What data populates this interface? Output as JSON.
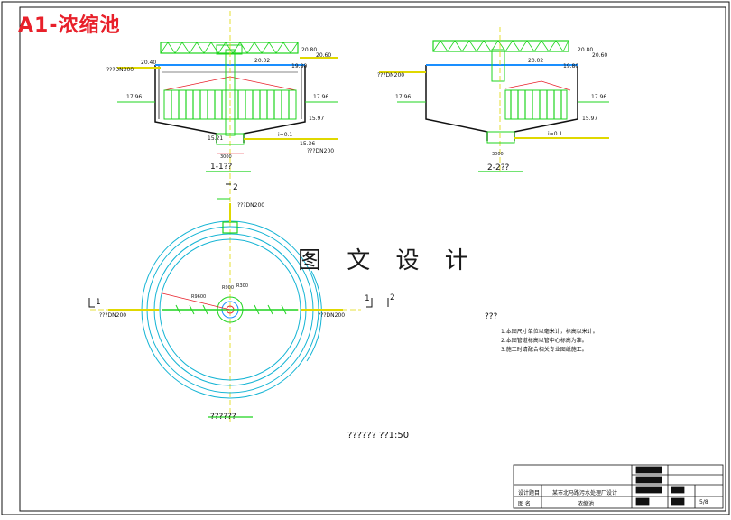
{
  "badge": {
    "title": "A1-浓缩池"
  },
  "watermark": {
    "text": "图 文 设 计"
  },
  "views": {
    "section1": {
      "label": "1-1??",
      "elev_top": "20.80",
      "elev_top2": "20.60",
      "elev_left": "20.40",
      "elev_water": "20.02",
      "elev_water2": "19.80",
      "elev_ground_l": "17.96",
      "elev_ground_r": "17.96",
      "elev_bottom": "15.97",
      "elev_sump": "15.21",
      "elev_slope": "i=0.1",
      "elev_low": "15.36",
      "pipe_left": "???DN300",
      "pipe_right": "???DN200",
      "dim": "3000"
    },
    "section2": {
      "label": "2-2??",
      "elev_top": "20.80",
      "elev_top2": "20.60",
      "elev_water": "20.02",
      "elev_water2": "19.80",
      "elev_ground_l": "17.96",
      "elev_ground_r": "17.96",
      "elev_bottom": "15.97",
      "elev_slope": "i=0.1",
      "pipe_left": "???DN200",
      "dim": "3000"
    },
    "plan": {
      "label": "??????",
      "pipe_top": "???DN200",
      "pipe_left": "???DN200",
      "pipe_right": "???DN200",
      "radius": "R9600",
      "r1": "R900",
      "r2": "R300"
    }
  },
  "markers": {
    "one": "1",
    "two": "2"
  },
  "notes": {
    "heading": "???",
    "lines": [
      "1.本图尺寸单位以毫米计，标高以米计。",
      "2.本图管道标高以管中心标高为准。",
      "3.施工时请配合相关专业图纸施工。"
    ]
  },
  "scale": {
    "text": "?????? ??1:50"
  },
  "titleblock": {
    "project_label": "设计题目",
    "project_value": "某市北马路污水处理厂设计",
    "name_label": "图   名",
    "name_value": "浓缩池",
    "sheet": "5/8"
  },
  "colors": {
    "green": "#1fd41f",
    "blue": "#1a8fff",
    "cyan": "#14b4d4",
    "red": "#e8202a",
    "yellow": "#e0d800",
    "black": "#111111"
  }
}
